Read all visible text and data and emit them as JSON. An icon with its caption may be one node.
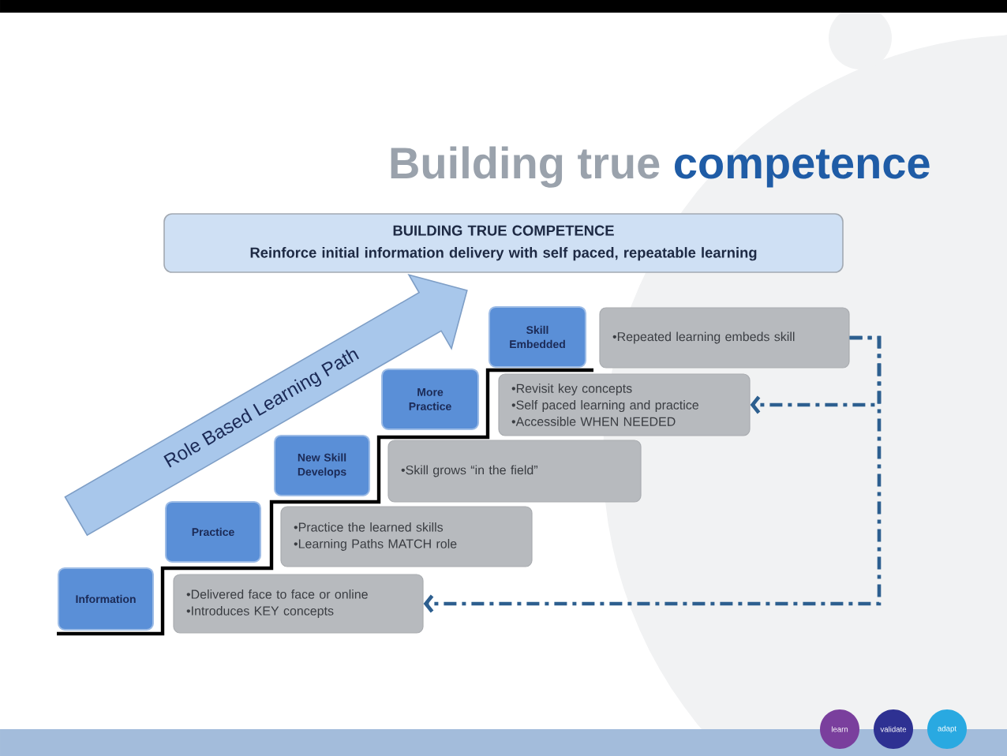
{
  "diagram": {
    "title": "Building true competence",
    "nodes": [
      {
        "text": [
          "BUILDING TRUE COMPETENCE",
          "Reinforce initial information delivery with self paced, repeatable learning"
        ]
      },
      {
        "text": [
          "Role Based Learning Path"
        ]
      },
      {
        "text": [
          "Skill Embedded"
        ]
      },
      {
        "text": [
          "•Repeated learning embeds skill"
        ]
      },
      {
        "text": [
          "More Practice"
        ]
      },
      {
        "text": [
          "•Revisit key concepts",
          "•Self paced learning and practice",
          "•Accessible WHEN NEEDED"
        ]
      },
      {
        "text": [
          "New Skill Develops"
        ]
      },
      {
        "text": [
          "•Skill grows “in the field”"
        ]
      },
      {
        "text": [
          "Practice"
        ]
      },
      {
        "text": [
          "•Practice the learned skills",
          "•Learning Paths MATCH role"
        ]
      },
      {
        "text": [
          "Information"
        ]
      },
      {
        "text": [
          "•Delivered face to face or online",
          "•Introduces KEY concepts"
        ]
      },
      {
        "text": [
          "learn"
        ]
      },
      {
        "text": [
          "validate"
        ]
      },
      {
        "text": [
          "adapt"
        ]
      }
    ],
    "edges": [
      {
        "from": 3,
        "to": 5,
        "arrow": "to",
        "style": "dashed"
      },
      {
        "from": 3,
        "to": 11,
        "arrow": "to",
        "style": "dashed"
      }
    ]
  }
}
